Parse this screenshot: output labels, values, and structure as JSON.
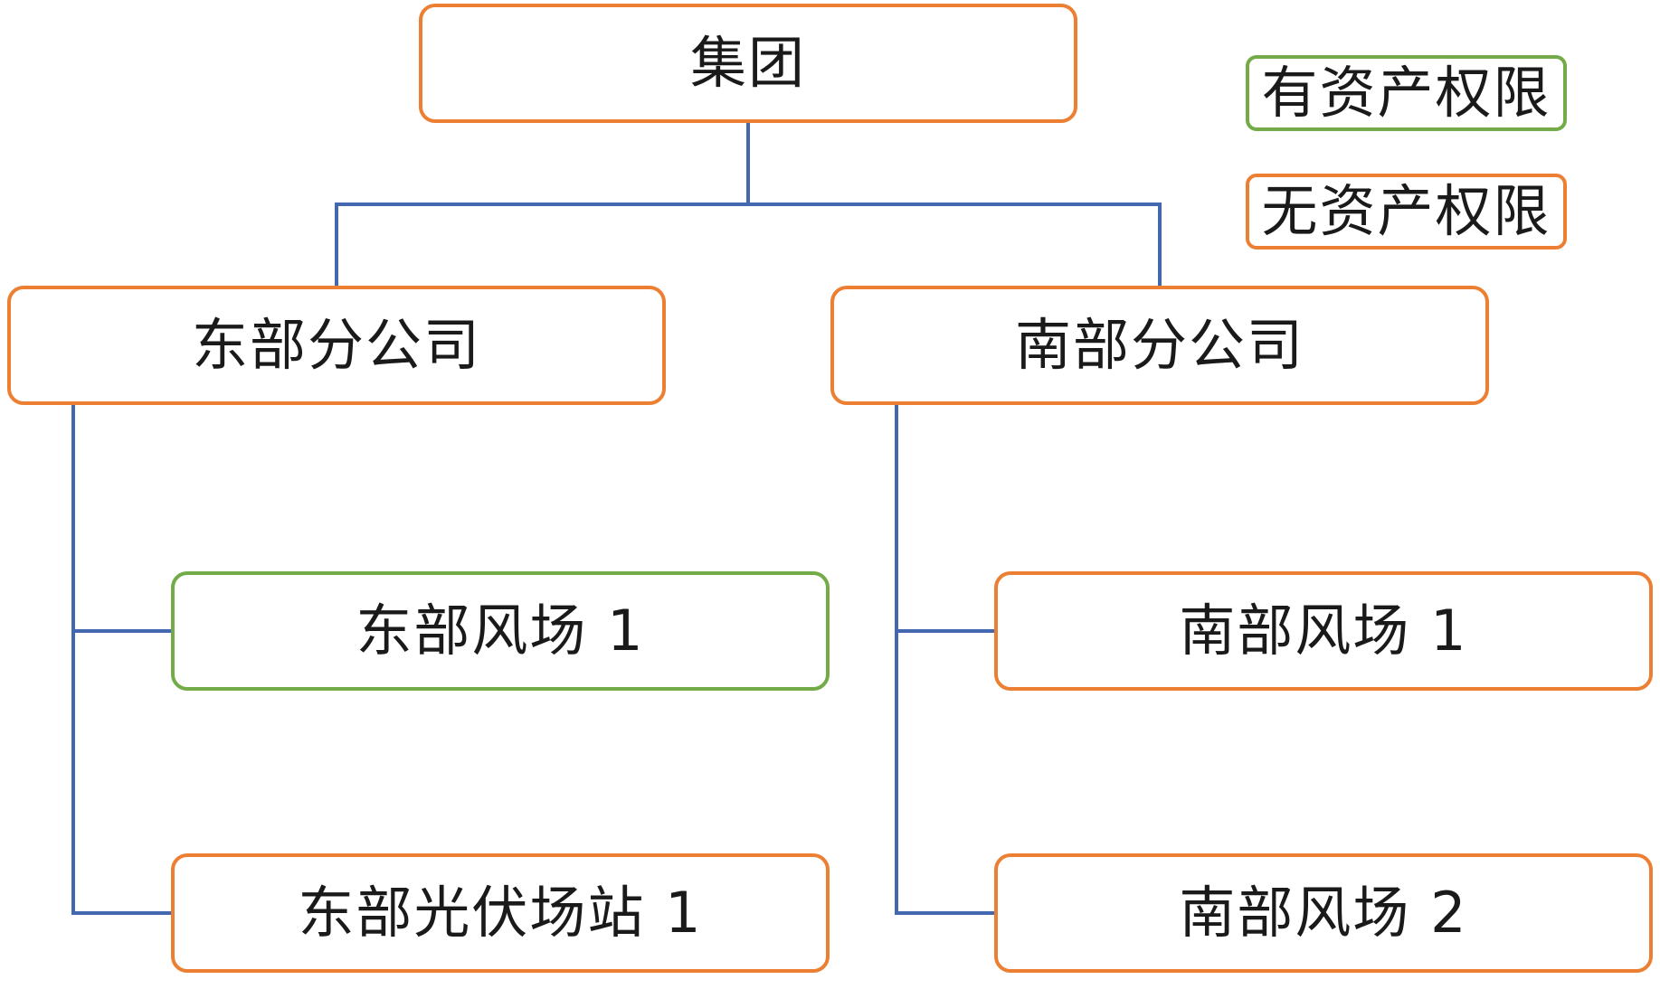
{
  "colors": {
    "connector": "#4468b0",
    "no_permission_border": "#ec7f32",
    "has_permission_border": "#72ab48"
  },
  "legend": {
    "has_permission": "有资产权限",
    "no_permission": "无资产权限"
  },
  "nodes": {
    "root": {
      "label": "集团",
      "permission": "none"
    },
    "east_branch": {
      "label": "东部分公司",
      "permission": "none"
    },
    "south_branch": {
      "label": "南部分公司",
      "permission": "none"
    },
    "east_wind_1": {
      "label": "东部风场 1",
      "permission": "has"
    },
    "east_pv_1": {
      "label": "东部光伏场站 1",
      "permission": "none"
    },
    "south_wind_1": {
      "label": "南部风场 1",
      "permission": "none"
    },
    "south_wind_2": {
      "label": "南部风场 2",
      "permission": "none"
    }
  }
}
